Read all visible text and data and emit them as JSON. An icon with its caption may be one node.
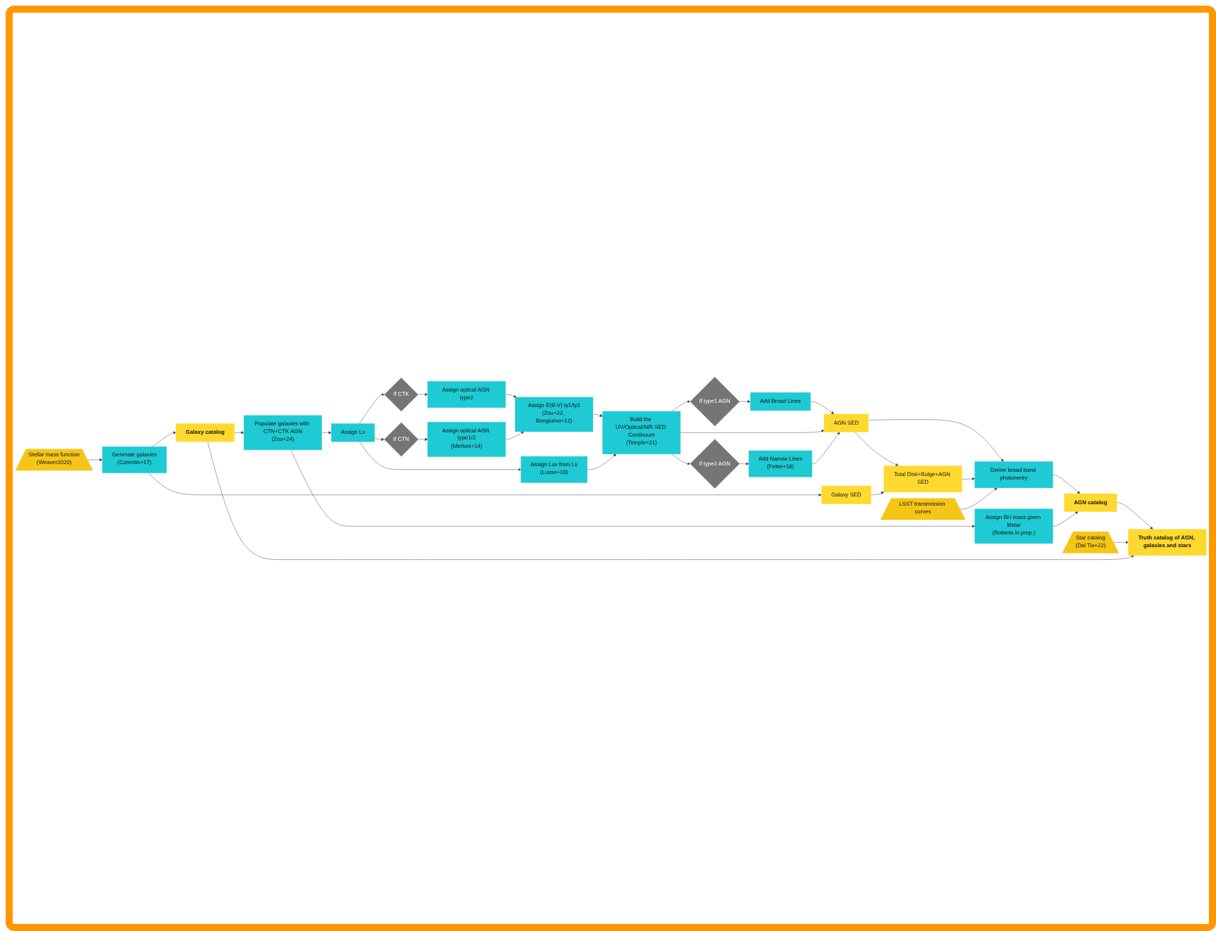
{
  "diagram": {
    "nodes": [
      {
        "text": [
          "Stellar mass function",
          "(Weaver2020)"
        ]
      },
      {
        "text": [
          "Generate galaxies",
          "(Corentin+17)"
        ]
      },
      {
        "text": [
          "Galaxy catalog"
        ]
      },
      {
        "text": [
          "Galaxy SED"
        ]
      },
      {
        "text": [
          "Populate galaxies with CTN+CTK AGN",
          "(Zou+24)"
        ]
      },
      {
        "text": [
          "Assign BH mass given Mstar",
          "(Roberts in prep.)"
        ]
      },
      {
        "text": [
          "Assign Lx"
        ]
      },
      {
        "text": [
          "If CTK"
        ]
      },
      {
        "text": [
          "If CTN"
        ]
      },
      {
        "text": [
          "Assign optical AGN type2"
        ]
      },
      {
        "text": [
          "Assign optical AGN type1/2",
          "(Merloni+14)"
        ]
      },
      {
        "text": [
          "Assign Luv from Lx",
          "(Lusso+10)"
        ]
      },
      {
        "text": [
          "Assign E(B-V) ty1/ty2",
          "(Zou+22, Bongiorno+12)"
        ]
      },
      {
        "text": [
          "Build the UV/Optical/NIR SED Continuum",
          "(Temple+21)"
        ]
      },
      {
        "text": [
          "If type1 AGN"
        ]
      },
      {
        "text": [
          "If type2 AGN"
        ]
      },
      {
        "text": [
          "Add Broad Lines"
        ]
      },
      {
        "text": [
          "Add Narrow Lines",
          "(Feltre+16)"
        ]
      },
      {
        "text": [
          "AGN SED"
        ]
      },
      {
        "text": [
          "Total Disk+Bulge+AGN SED"
        ]
      },
      {
        "text": [
          "Derive broad band photometry"
        ]
      },
      {
        "text": [
          "LSST transmission curves"
        ]
      },
      {
        "text": [
          "AGN catalog"
        ]
      },
      {
        "text": [
          "Star catalog",
          "(Dal Tio+22)"
        ]
      },
      {
        "text": [
          "Truth catalog of AGN, galaxies and stars"
        ]
      }
    ],
    "edges": [
      {
        "from": 0,
        "to": 1,
        "arrow": "to"
      },
      {
        "from": 1,
        "to": 2,
        "arrow": "to"
      },
      {
        "from": 1,
        "to": 3,
        "arrow": "to"
      },
      {
        "from": 2,
        "to": 4,
        "arrow": "to"
      },
      {
        "from": 4,
        "to": 5,
        "arrow": "to"
      },
      {
        "from": 4,
        "to": 6,
        "arrow": "to"
      },
      {
        "from": 6,
        "to": 7,
        "arrow": "to"
      },
      {
        "from": 6,
        "to": 8,
        "arrow": "to"
      },
      {
        "from": 6,
        "to": 11,
        "arrow": "to"
      },
      {
        "from": 7,
        "to": 9,
        "arrow": "to"
      },
      {
        "from": 8,
        "to": 10,
        "arrow": "to"
      },
      {
        "from": 9,
        "to": 12,
        "arrow": "to"
      },
      {
        "from": 10,
        "to": 12,
        "arrow": "to"
      },
      {
        "from": 12,
        "to": 13,
        "arrow": "to"
      },
      {
        "from": 11,
        "to": 13,
        "arrow": "to"
      },
      {
        "from": 13,
        "to": 14,
        "arrow": "to"
      },
      {
        "from": 13,
        "to": 15,
        "arrow": "to"
      },
      {
        "from": 14,
        "to": 16,
        "arrow": "to"
      },
      {
        "from": 15,
        "to": 17,
        "arrow": "to"
      },
      {
        "from": 16,
        "to": 18,
        "arrow": "to"
      },
      {
        "from": 13,
        "to": 18,
        "arrow": "to"
      },
      {
        "from": 17,
        "to": 18,
        "arrow": "to"
      },
      {
        "from": 18,
        "to": 19,
        "arrow": "to"
      },
      {
        "from": 18,
        "to": 20,
        "arrow": "to"
      },
      {
        "from": 19,
        "to": 20,
        "arrow": "to"
      },
      {
        "from": 21,
        "to": 20,
        "arrow": "to"
      },
      {
        "from": 20,
        "to": 22,
        "arrow": "to"
      },
      {
        "from": 5,
        "to": 22,
        "arrow": "to"
      },
      {
        "from": 22,
        "to": 24,
        "arrow": "to"
      },
      {
        "from": 23,
        "to": 24,
        "arrow": "to"
      },
      {
        "from": 3,
        "to": 19,
        "arrow": "to"
      },
      {
        "from": 2,
        "to": 24,
        "arrow": "to"
      }
    ]
  }
}
